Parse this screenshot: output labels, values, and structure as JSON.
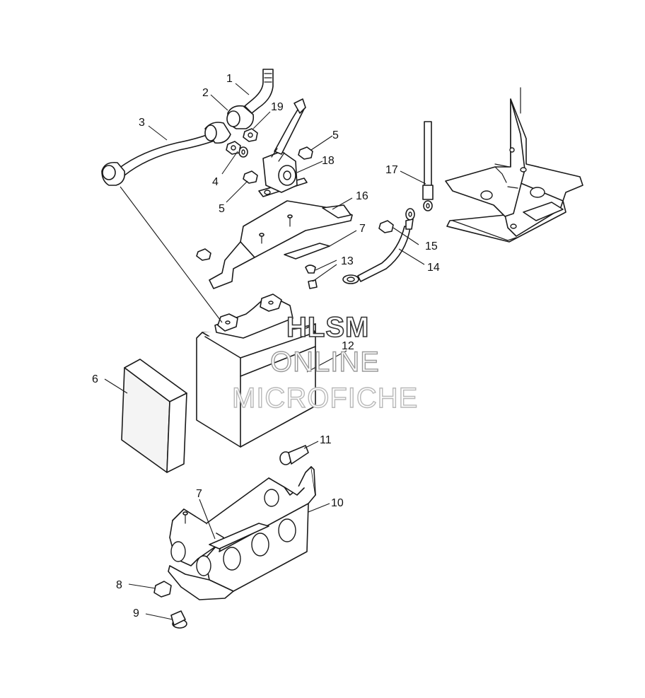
{
  "watermark": {
    "line1": "HLSM",
    "line2": "ONLINE",
    "line3": "MICROFICHE"
  },
  "callouts": {
    "c1": "1",
    "c2": "2",
    "c3": "3",
    "c4": "4",
    "c5a": "5",
    "c5b": "5",
    "c6": "6",
    "c7a": "7",
    "c7b": "7",
    "c8": "8",
    "c9": "9",
    "c10": "10",
    "c11": "11",
    "c12": "12",
    "c13": "13",
    "c14": "14",
    "c15": "15",
    "c16": "16",
    "c17": "17",
    "c18": "18",
    "c19": "19"
  },
  "colors": {
    "line": "#1a1a1a",
    "background": "#ffffff",
    "watermark_dark": "#333333",
    "watermark_light": "#9a9a9a"
  }
}
